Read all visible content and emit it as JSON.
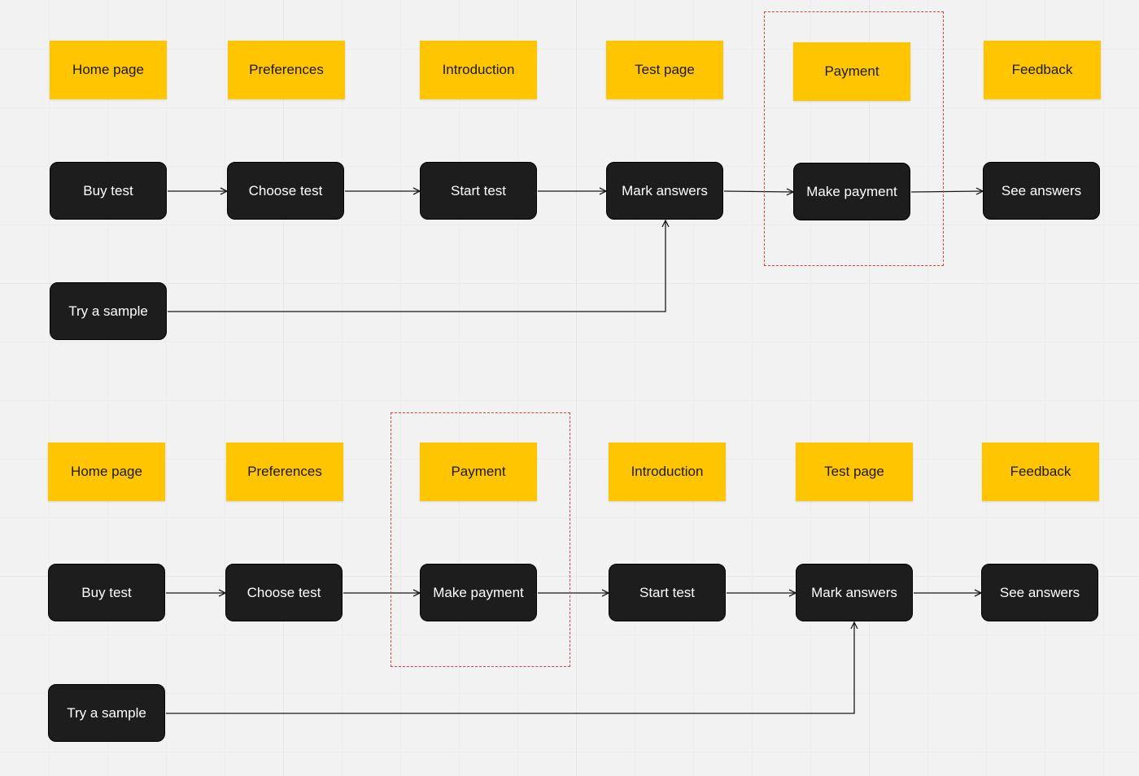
{
  "colors": {
    "background": "#f2f2f2",
    "sticky": "#ffc500",
    "step": "#1d1d1d",
    "step_text": "#ffffff",
    "highlight_frame": "#e0423a"
  },
  "flow_before": {
    "pages": [
      "Home page",
      "Preferences",
      "Introduction",
      "Test page",
      "Payment",
      "Feedback"
    ],
    "steps": [
      "Buy test",
      "Choose test",
      "Start test",
      "Mark answers",
      "Make payment",
      "See answers"
    ],
    "sample": "Try a sample"
  },
  "flow_after": {
    "pages": [
      "Home page",
      "Preferences",
      "Payment",
      "Introduction",
      "Test page",
      "Feedback"
    ],
    "steps": [
      "Buy test",
      "Choose test",
      "Make payment",
      "Start test",
      "Mark answers",
      "See answers"
    ],
    "sample": "Try a sample"
  }
}
